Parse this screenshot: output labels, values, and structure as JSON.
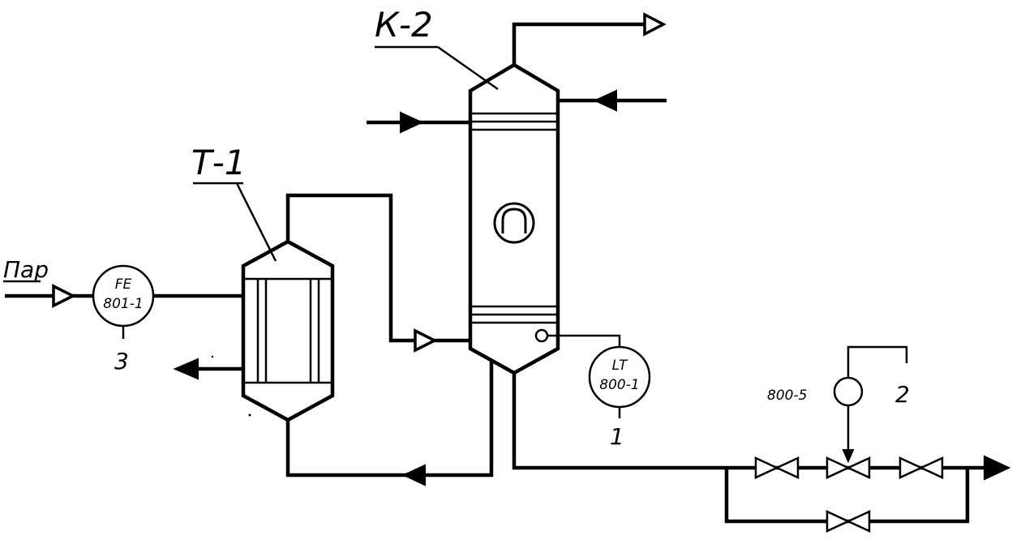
{
  "labels": {
    "k2": "К-2",
    "t1": "Т-1",
    "steam": "Пар",
    "fe_tag": "FE",
    "fe_num": "801-1",
    "fe_line": "3",
    "lt_tag": "LT",
    "lt_num": "800-1",
    "lt_line": "1",
    "valve_tag": "800-5",
    "valve_line": "2"
  }
}
